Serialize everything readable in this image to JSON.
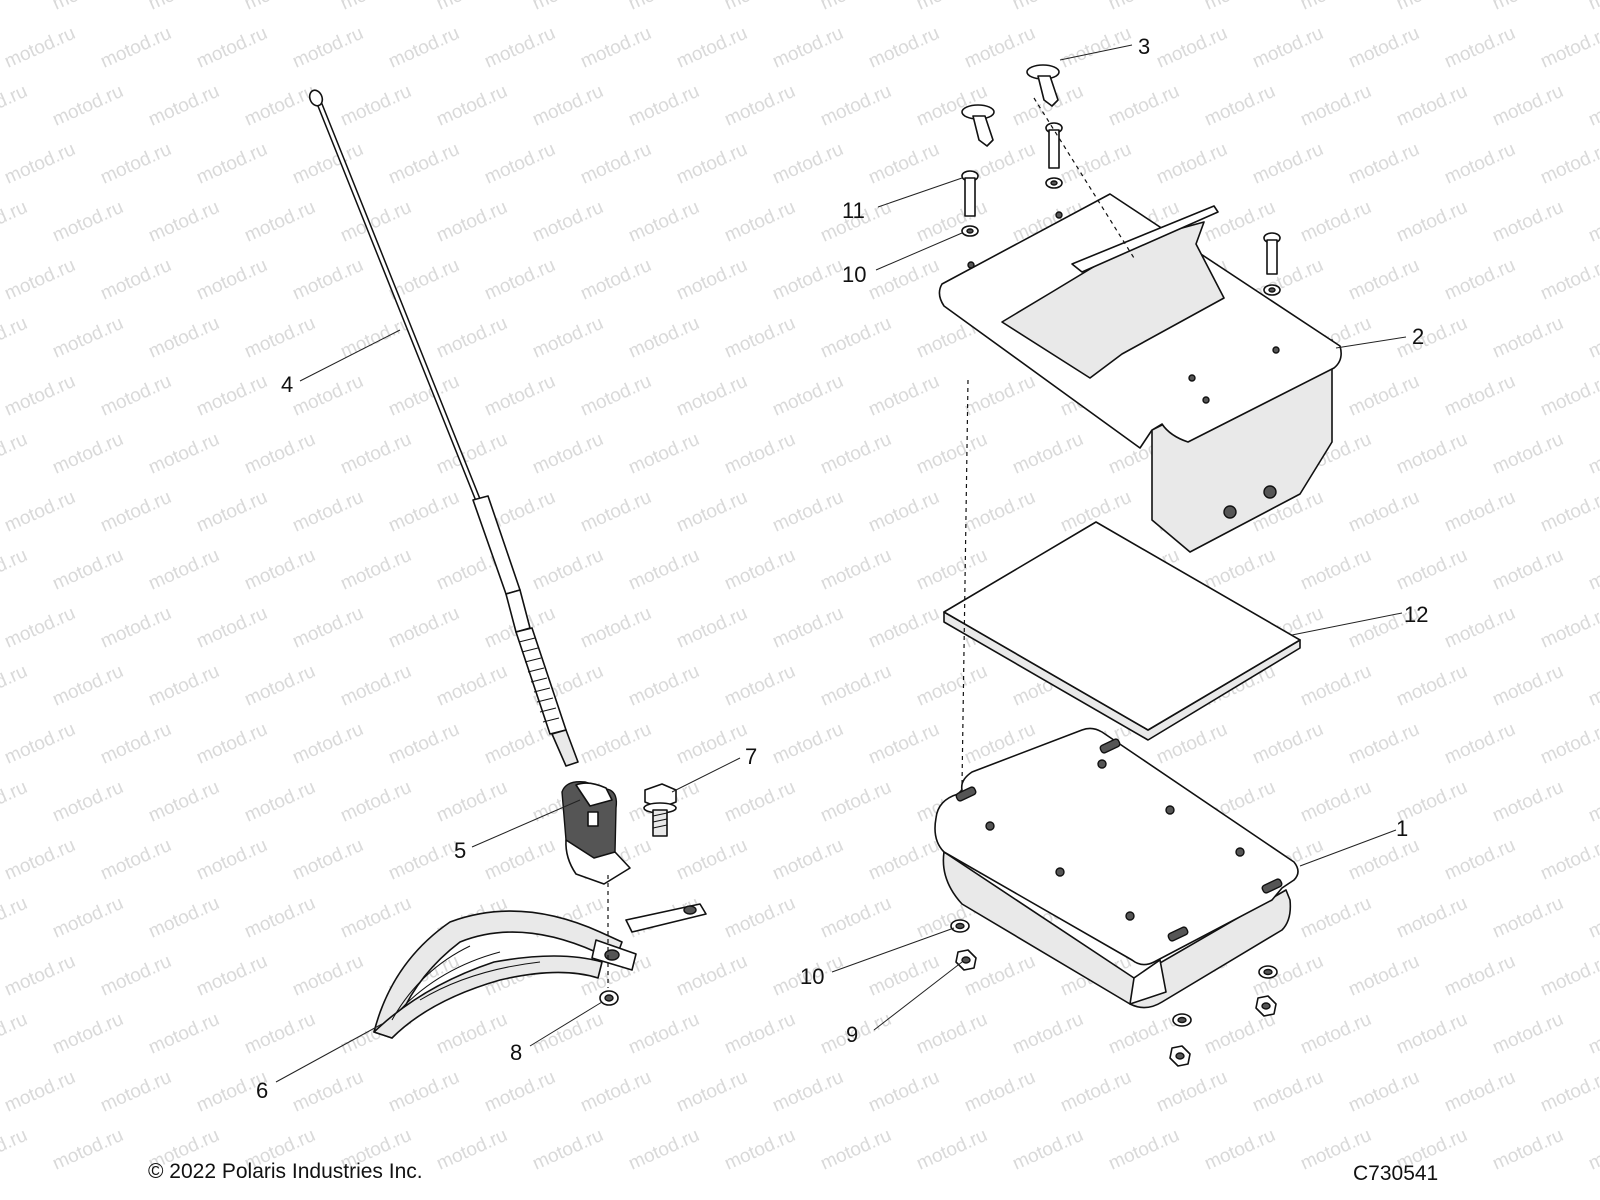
{
  "watermark": "motod.ru",
  "copyright": "© 2022 Polaris Industries Inc.",
  "figure_id": "C730541",
  "callouts": [
    {
      "id": "c1",
      "label": "1"
    },
    {
      "id": "c2",
      "label": "2"
    },
    {
      "id": "c3",
      "label": "3"
    },
    {
      "id": "c4",
      "label": "4"
    },
    {
      "id": "c5",
      "label": "5"
    },
    {
      "id": "c6",
      "label": "6"
    },
    {
      "id": "c7",
      "label": "7"
    },
    {
      "id": "c8",
      "label": "8"
    },
    {
      "id": "c9",
      "label": "9"
    },
    {
      "id": "c10a",
      "label": "10"
    },
    {
      "id": "c10b",
      "label": "10"
    },
    {
      "id": "c11",
      "label": "11"
    },
    {
      "id": "c12",
      "label": "12"
    }
  ]
}
